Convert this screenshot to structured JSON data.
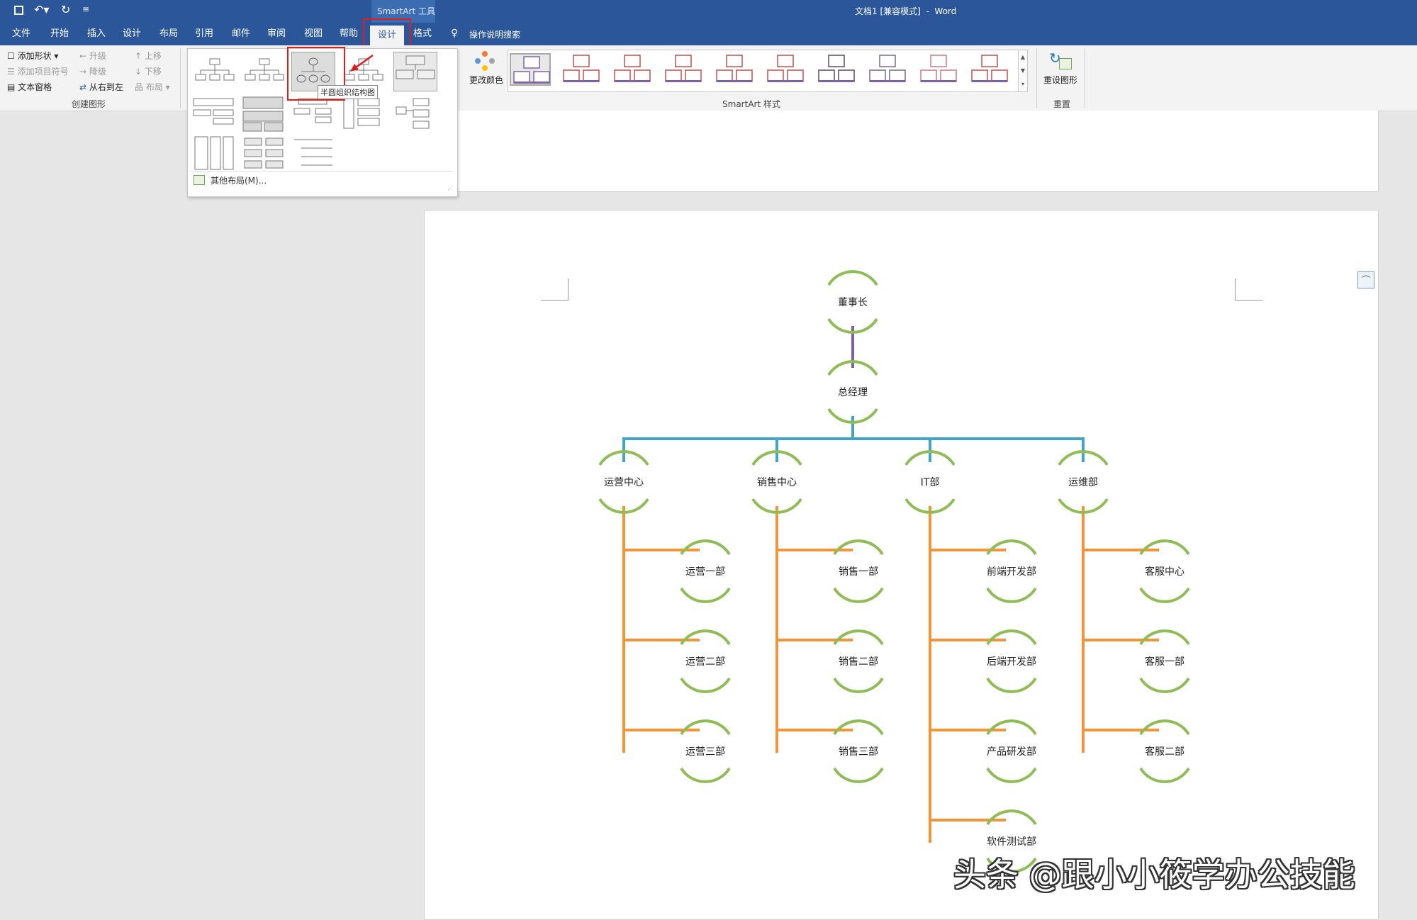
{
  "titlebar": {
    "tools_context": "SmartArt 工具",
    "doc_title": "文档1 [兼容模式]  -  Word"
  },
  "tabs": [
    "文件",
    "开始",
    "插入",
    "设计",
    "布局",
    "引用",
    "邮件",
    "审阅",
    "视图",
    "帮助",
    "设计",
    "格式"
  ],
  "tell_me": "操作说明搜索",
  "create_graphic": {
    "add_shape": "添加形状",
    "add_bullet": "添加项目符号",
    "text_pane": "文本窗格",
    "promote": "升级",
    "demote": "降级",
    "right_to_left": "从右到左",
    "move_up": "上移",
    "move_down": "下移",
    "layout": "布局",
    "group_label": "创建图形"
  },
  "styles": {
    "change_colors": "更改颜色",
    "group_label": "SmartArt 样式"
  },
  "reset": {
    "reset_graphic": "重设图形",
    "group_label": "重置"
  },
  "gallery": {
    "tooltip": "半圆组织结构图",
    "more_layouts": "其他布局(M)..."
  },
  "org_chart": {
    "top": "董事长",
    "second": "总经理",
    "departments": [
      {
        "name": "运营中心",
        "subs": [
          "运营一部",
          "运营二部",
          "运营三部"
        ]
      },
      {
        "name": "销售中心",
        "subs": [
          "销售一部",
          "销售二部",
          "销售三部"
        ]
      },
      {
        "name": "IT部",
        "subs": [
          "前端开发部",
          "后端开发部",
          "产品研发部",
          "软件测试部"
        ]
      },
      {
        "name": "运维部",
        "subs": [
          "客服中心",
          "客服一部",
          "客服二部"
        ]
      }
    ]
  },
  "watermark": "头条 @跟小小筱学办公技能",
  "colors": {
    "ribbon_blue": "#2b579a",
    "arc_green": "#8fbc55",
    "line_purple": "#7f5fa6",
    "line_blue": "#44a4c8",
    "line_orange": "#f0953a",
    "highlight_red": "#e01c1c"
  }
}
